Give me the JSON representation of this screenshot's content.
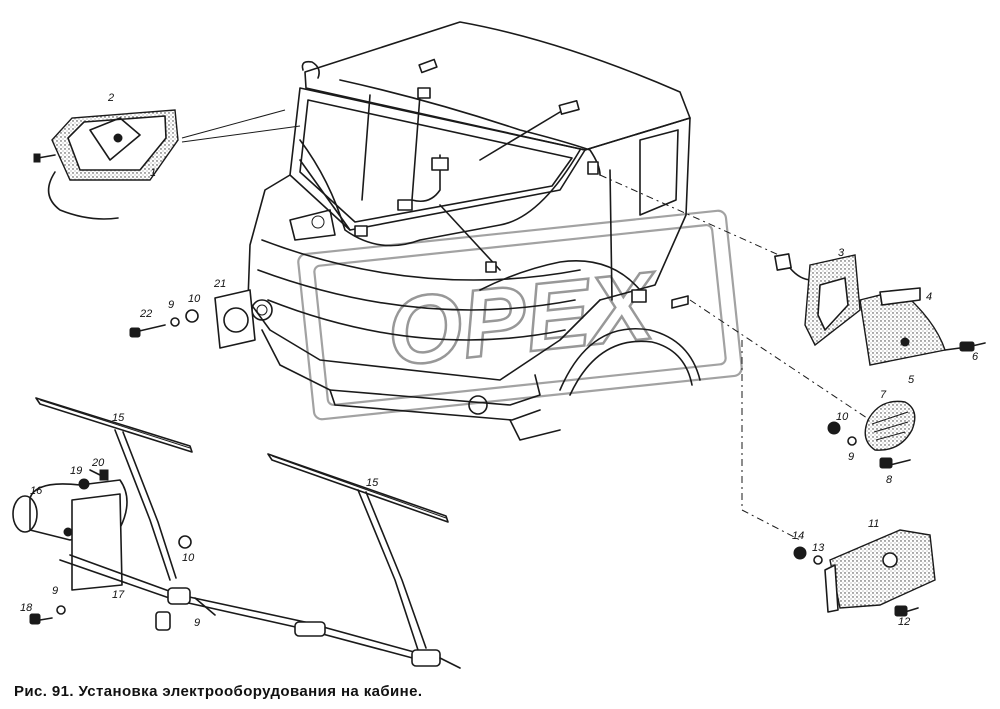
{
  "caption": "Рис. 91. Установка электрооборудования на кабине.",
  "watermark": "OPEX",
  "part_labels": [
    "1",
    "2",
    "3",
    "4",
    "5",
    "6",
    "7",
    "8",
    "9",
    "10",
    "11",
    "12",
    "13",
    "14",
    "15",
    "16",
    "17",
    "18",
    "19",
    "20",
    "21",
    "22"
  ]
}
